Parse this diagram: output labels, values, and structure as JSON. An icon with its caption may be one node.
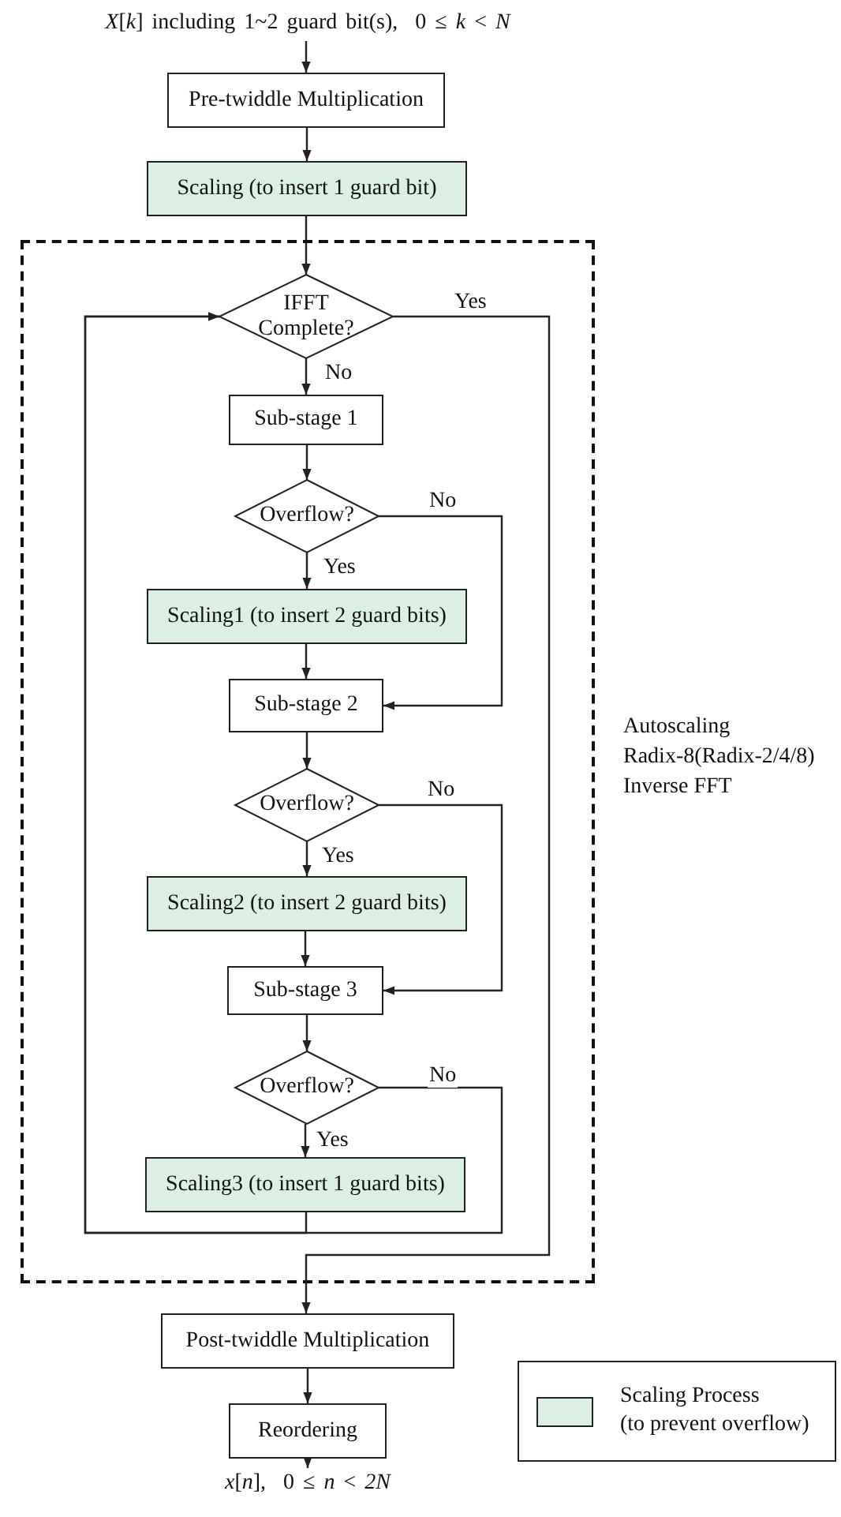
{
  "diagram": {
    "nodes": [
      {
        "text": [
          "*X*[*k*] including 1~2 guard bit(s),  0 ≤ *k* < *N*"
        ]
      },
      {
        "text": [
          "Pre-twiddle Multiplication"
        ]
      },
      {
        "text": [
          "Scaling (to insert 1 guard bit)"
        ]
      },
      {
        "text": [
          "Autoscaling Radix-8(Radix-2/4/8) Inverse FFT"
        ]
      },
      {
        "text": [
          "IFFT Complete?"
        ],
        "in": 3
      },
      {
        "text": [
          "Sub-stage 1"
        ],
        "in": 3
      },
      {
        "text": [
          "Overflow?"
        ],
        "in": 3
      },
      {
        "text": [
          "Scaling1 (to insert 2 guard bits)"
        ],
        "in": 3
      },
      {
        "text": [
          "Sub-stage 2"
        ],
        "in": 3
      },
      {
        "text": [
          "Overflow?"
        ],
        "in": 3
      },
      {
        "text": [
          "Scaling2 (to insert 2 guard bits)"
        ],
        "in": 3
      },
      {
        "text": [
          "Sub-stage 3"
        ],
        "in": 3
      },
      {
        "text": [
          "Overflow?"
        ],
        "in": 3
      },
      {
        "text": [
          "Scaling3 (to insert 1 guard bits)"
        ],
        "in": 3
      },
      {
        "text": [
          "Post-twiddle Multiplication"
        ]
      },
      {
        "text": [
          "Reordering"
        ]
      },
      {
        "text": [
          "*x*[*n*],  0 ≤ *n* < *2N*"
        ]
      }
    ],
    "edges": [
      {
        "from": 0,
        "to": 1,
        "arrow": "to"
      },
      {
        "from": 1,
        "to": 2,
        "arrow": "to"
      },
      {
        "from": 2,
        "to": 4,
        "arrow": "to"
      },
      {
        "from": 4,
        "to": 5,
        "arrow": "to",
        "label": "No"
      },
      {
        "from": 5,
        "to": 6,
        "arrow": "to"
      },
      {
        "from": 6,
        "to": 7,
        "arrow": "to",
        "label": "Yes"
      },
      {
        "from": 6,
        "to": 8,
        "arrow": "to",
        "label": "No"
      },
      {
        "from": 7,
        "to": 8,
        "arrow": "to"
      },
      {
        "from": 8,
        "to": 9,
        "arrow": "to"
      },
      {
        "from": 9,
        "to": 10,
        "arrow": "to",
        "label": "Yes"
      },
      {
        "from": 9,
        "to": 11,
        "arrow": "to",
        "label": "No"
      },
      {
        "from": 10,
        "to": 11,
        "arrow": "to"
      },
      {
        "from": 11,
        "to": 12,
        "arrow": "to"
      },
      {
        "from": 12,
        "to": 13,
        "arrow": "to",
        "label": "Yes"
      },
      {
        "from": 12,
        "to": 4,
        "arrow": "to",
        "label": "No"
      },
      {
        "from": 13,
        "to": 4,
        "arrow": "to"
      },
      {
        "from": 4,
        "to": 14,
        "arrow": "to",
        "label": "Yes"
      },
      {
        "from": 14,
        "to": 15,
        "arrow": "to"
      },
      {
        "from": 15,
        "to": 16,
        "arrow": "to"
      }
    ],
    "legend": [
      {
        "text": "Scaling Process (to prevent overflow)",
        "color": "#dcefe3"
      }
    ]
  }
}
